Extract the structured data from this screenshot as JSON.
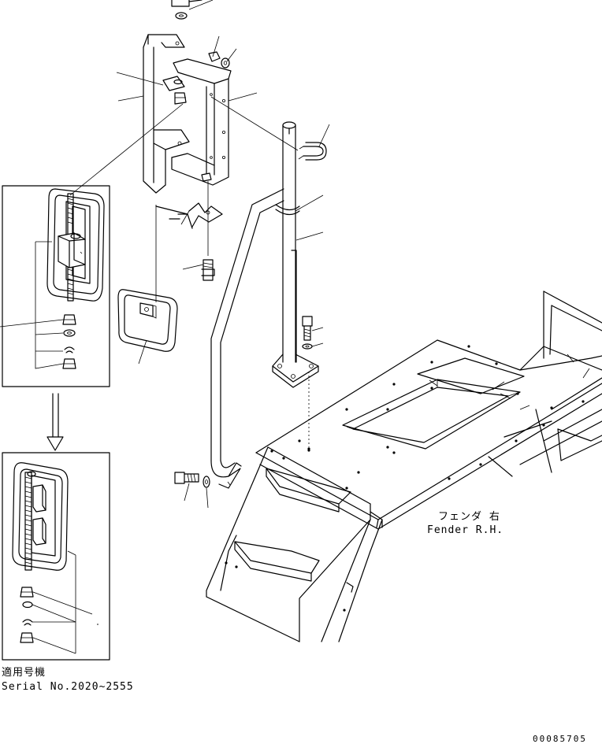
{
  "labels": {
    "fender_jp": "フェンダ 右",
    "fender_en": "Fender R.H.",
    "applicable_jp": "適用号機",
    "serial": "Serial No.2020~2555",
    "drawing_no": "00085705"
  },
  "icons": {
    "arrow": "down-arrow-icon"
  }
}
